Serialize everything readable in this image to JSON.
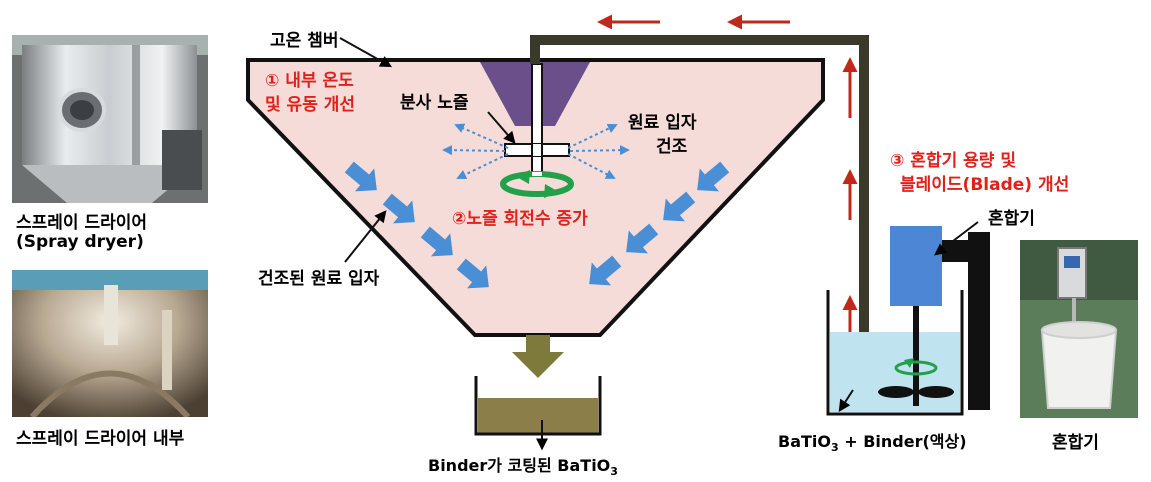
{
  "photos": {
    "spray_dryer_caption_ko": "스프레이 드라이어",
    "spray_dryer_caption_en": "(Spray dryer)",
    "spray_dryer_inside_caption": "스프레이 드라이어 내부",
    "mixer_caption": "혼합기"
  },
  "chamber": {
    "label": "고온 챔버",
    "improvement_1_line1": "① 내부 온도",
    "improvement_1_line2": "및 유동 개선",
    "nozzle_label": "분사 노즐",
    "raw_drying_line1": "원료 입자",
    "raw_drying_line2": "건조",
    "improvement_2": "②노즐 회전수 증가",
    "dried_particles": "건조된 원료 입자"
  },
  "output": {
    "label_prefix": "Binder가 코팅된 BaTiO",
    "label_subscript": "3"
  },
  "mixer": {
    "improvement_3_line1": "③ 혼합기 용량 및",
    "improvement_3_line2": "블레이드(Blade) 개선",
    "mixer_label": "혼합기",
    "tank_label_a": "BaTiO",
    "tank_label_sub": "3",
    "tank_label_b": " + Binder(액상)"
  },
  "colors": {
    "chamber_fill": "#f6dcd8",
    "nozzle": "#6a4f8a",
    "spray_arrow": "#4a8fd6",
    "pipe": "#3a3a2a",
    "flow_arrow": "#c0281c",
    "improvement_text": "#e0211b",
    "output_arrow": "#7e7a3c",
    "mixer_body": "#4d86d4",
    "liquid": "#bfe3ef",
    "rotation": "#22a04a"
  }
}
